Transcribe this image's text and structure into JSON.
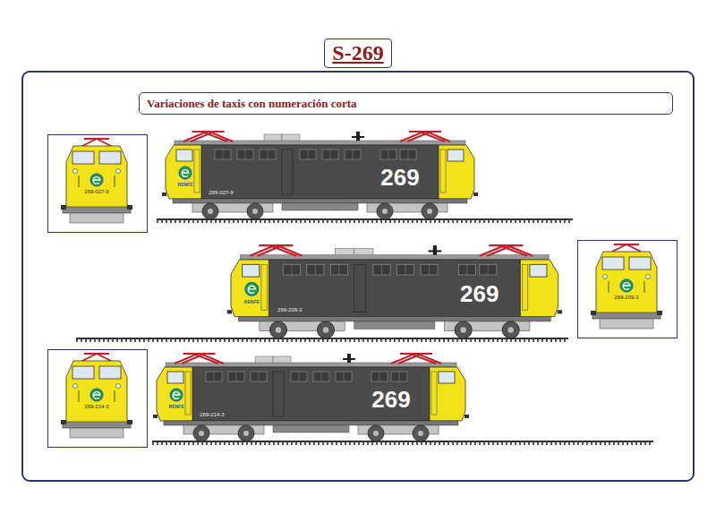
{
  "diagram": {
    "title": "S-269",
    "nodes": [
      {
        "text": [
          "Variaciones de taxis con numeración corta"
        ]
      },
      {
        "text": [
          "269-027-9"
        ]
      },
      {
        "text": [
          "269-209-3"
        ]
      },
      {
        "text": [
          "269-214-3"
        ]
      }
    ],
    "labels": [
      "269",
      "269-027-9",
      "RENFE",
      "269",
      "269-209-3",
      "RENFE",
      "269",
      "269-214-3",
      "RENFE"
    ]
  }
}
